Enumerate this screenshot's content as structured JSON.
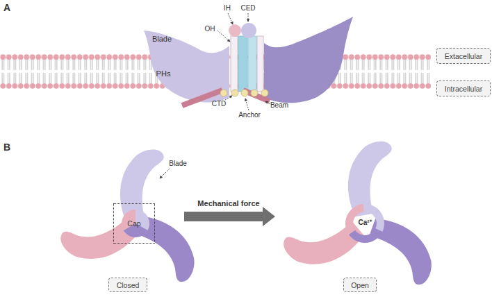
{
  "diagram": {
    "nodes": [
      {
        "text": [
          "Extacellular"
        ]
      },
      {
        "text": [
          "Intracellular"
        ]
      },
      {
        "text": [
          "Cap"
        ]
      },
      {
        "text": [
          "Closed"
        ]
      },
      {
        "text": [
          "Open"
        ]
      }
    ],
    "labels": [
      "A",
      "IH",
      "CED",
      "OH",
      "Blade",
      "PHs",
      "CTD",
      "Beam",
      "Anchor",
      "B",
      "Blade",
      "Mechanical force",
      "Ca²⁺"
    ]
  }
}
